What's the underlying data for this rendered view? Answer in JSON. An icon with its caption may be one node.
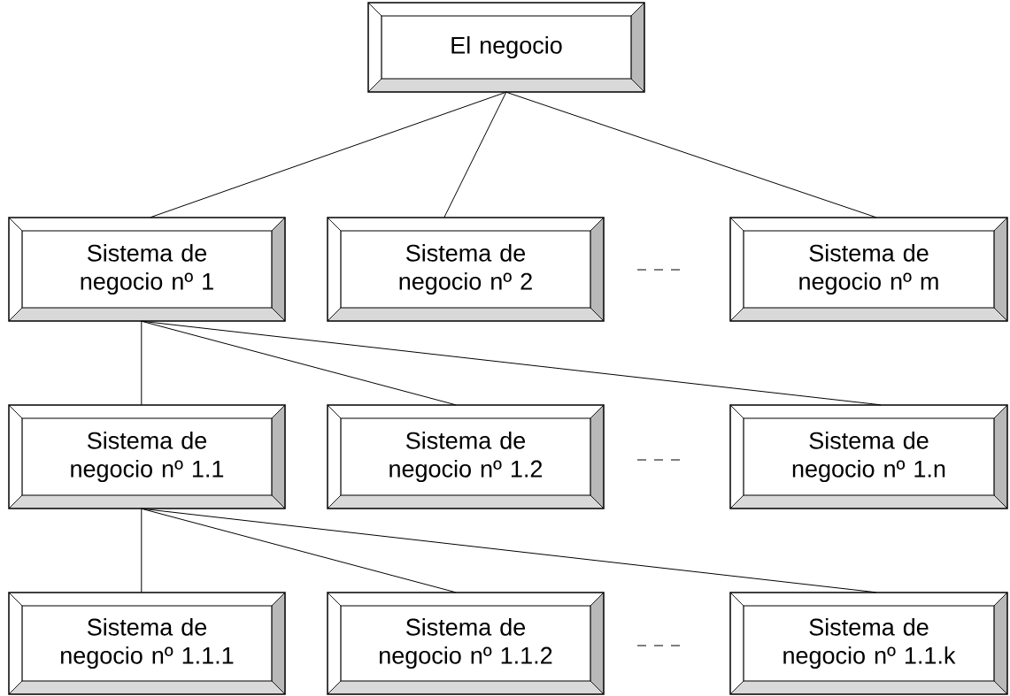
{
  "diagram": {
    "nodes": [
      {
        "text": [
          "El negocio"
        ]
      },
      {
        "text": [
          "Sistema de negocio nº 1"
        ]
      },
      {
        "text": [
          "Sistema de negocio nº 2"
        ]
      },
      {
        "text": [
          "Sistema de negocio nº m"
        ]
      },
      {
        "text": [
          "Sistema de negocio nº 1.1"
        ]
      },
      {
        "text": [
          "Sistema de negocio nº 1.2"
        ]
      },
      {
        "text": [
          "Sistema de negocio nº 1.n"
        ]
      },
      {
        "text": [
          "Sistema de negocio nº 1.1.1"
        ]
      },
      {
        "text": [
          "Sistema de negocio nº 1.1.2"
        ]
      },
      {
        "text": [
          "Sistema de negocio nº 1.1.k"
        ]
      }
    ],
    "edges": [
      {
        "from": 0,
        "to": 1,
        "arrow": "none"
      },
      {
        "from": 0,
        "to": 2,
        "arrow": "none"
      },
      {
        "from": 0,
        "to": 3,
        "arrow": "none"
      },
      {
        "from": 1,
        "to": 4,
        "arrow": "none"
      },
      {
        "from": 1,
        "to": 5,
        "arrow": "none"
      },
      {
        "from": 1,
        "to": 6,
        "arrow": "none"
      },
      {
        "from": 4,
        "to": 7,
        "arrow": "none"
      },
      {
        "from": 4,
        "to": 8,
        "arrow": "none"
      },
      {
        "from": 4,
        "to": 9,
        "arrow": "none"
      }
    ]
  }
}
